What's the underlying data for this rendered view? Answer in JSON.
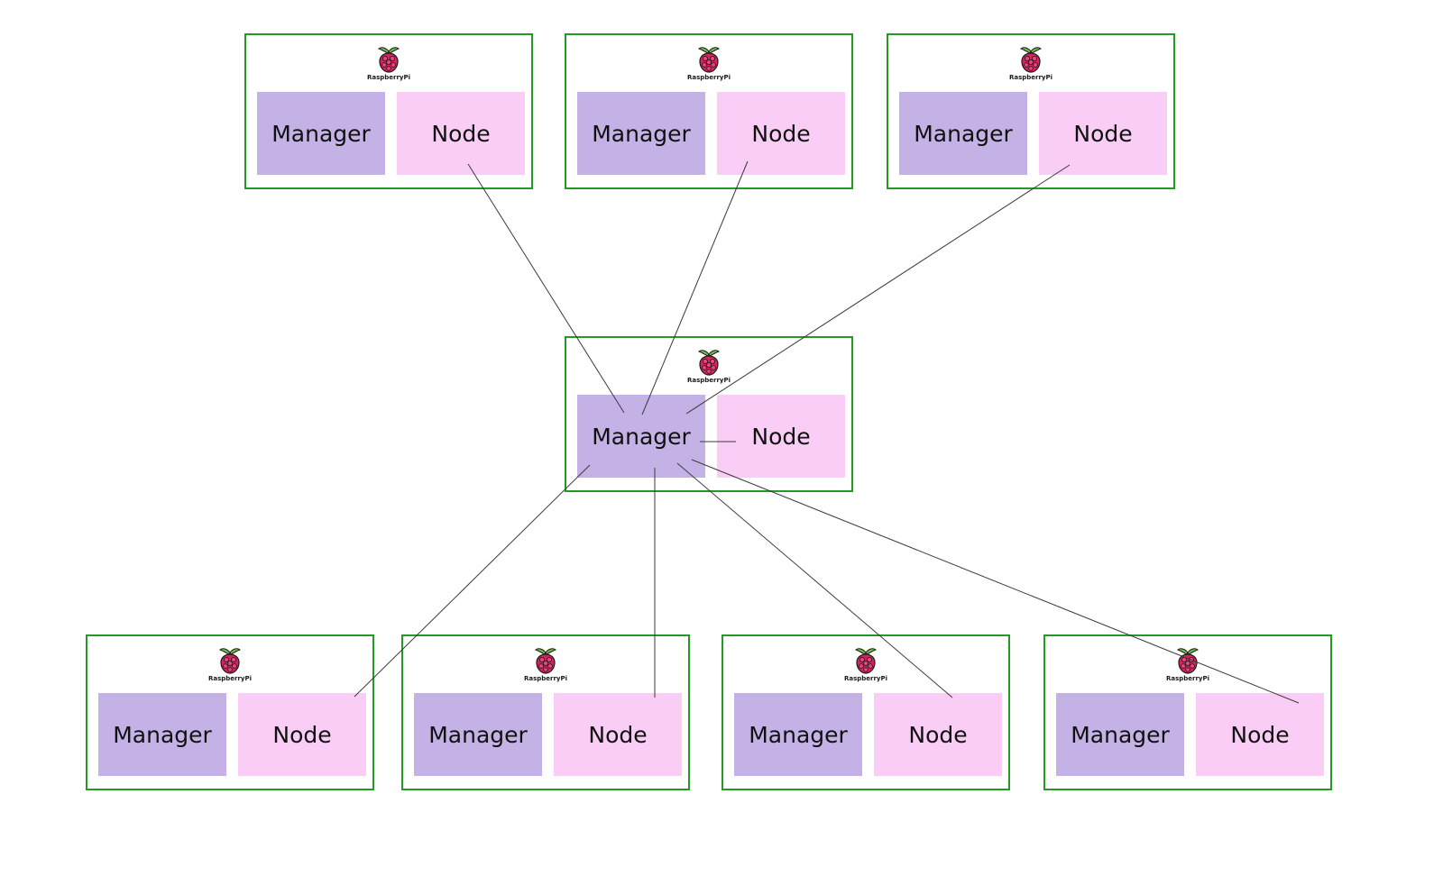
{
  "logo_text": "RaspberryPi",
  "labels": {
    "manager": "Manager",
    "node": "Node"
  },
  "colors": {
    "box_border": "#239a23",
    "manager_fill": "#c4b2e6",
    "node_fill": "#f9cdf5",
    "link": "#3a3a3a"
  },
  "icons": {
    "logo": "raspberry-pi-icon"
  },
  "clusters": [
    {
      "id": "top-1",
      "row": "top",
      "manager": "Manager",
      "node": "Node"
    },
    {
      "id": "top-2",
      "row": "top",
      "manager": "Manager",
      "node": "Node"
    },
    {
      "id": "top-3",
      "row": "top",
      "manager": "Manager",
      "node": "Node"
    },
    {
      "id": "center",
      "row": "middle",
      "manager": "Manager",
      "node": "Node"
    },
    {
      "id": "bottom-1",
      "row": "bottom",
      "manager": "Manager",
      "node": "Node"
    },
    {
      "id": "bottom-2",
      "row": "bottom",
      "manager": "Manager",
      "node": "Node"
    },
    {
      "id": "bottom-3",
      "row": "bottom",
      "manager": "Manager",
      "node": "Node"
    },
    {
      "id": "bottom-4",
      "row": "bottom",
      "manager": "Manager",
      "node": "Node"
    }
  ],
  "connections": [
    {
      "from": "center.manager",
      "to": "top-1.node"
    },
    {
      "from": "center.manager",
      "to": "top-2.node"
    },
    {
      "from": "center.manager",
      "to": "top-3.node"
    },
    {
      "from": "center.manager",
      "to": "center.node"
    },
    {
      "from": "center.manager",
      "to": "bottom-1.node"
    },
    {
      "from": "center.manager",
      "to": "bottom-2.node"
    },
    {
      "from": "center.manager",
      "to": "bottom-3.node"
    },
    {
      "from": "center.manager",
      "to": "bottom-4.node"
    }
  ]
}
